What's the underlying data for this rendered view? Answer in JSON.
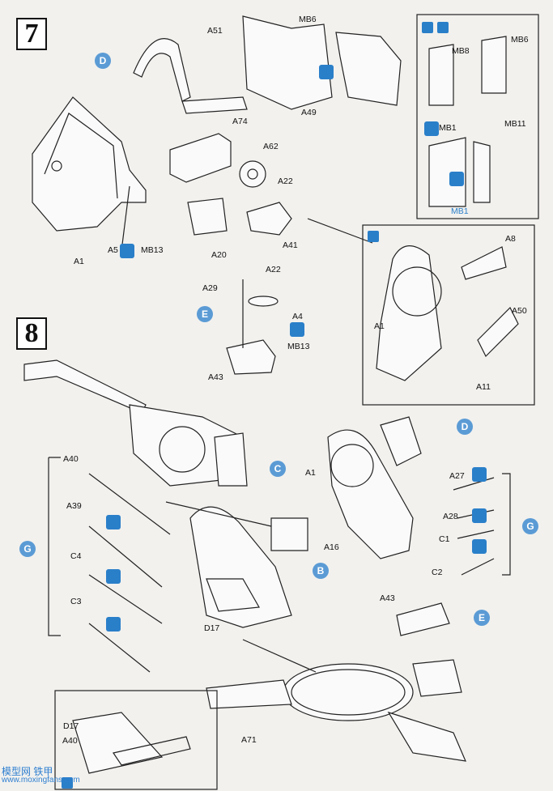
{
  "steps": {
    "s7": "7",
    "s8": "8"
  },
  "callouts": {
    "d": "D",
    "e": "E",
    "c": "C",
    "b": "B",
    "g": "G"
  },
  "labels": {
    "a51": "A51",
    "mb6a": "MB6",
    "mb6b": "MB6",
    "mb8": "MB8",
    "mb1a": "MB1",
    "mb11": "MB11",
    "mb1b": "MB1",
    "a49": "A49",
    "a74": "A74",
    "a62": "A62",
    "a22a": "A22",
    "a1a": "A1",
    "a5mb13": "A5",
    "mb13a": "MB13",
    "a20": "A20",
    "a41": "A41",
    "a8": "A8",
    "a50": "A50",
    "a1b": "A1",
    "a11": "A11",
    "a22b": "A22",
    "a29": "A29",
    "a4": "A4",
    "mb13b": "MB13",
    "a43a": "A43",
    "a40a": "A40",
    "a39": "A39",
    "c4": "C4",
    "c3": "C3",
    "a1c": "A1",
    "a16": "A16",
    "d17a": "D17",
    "a27": "A27",
    "a28": "A28",
    "c1": "C1",
    "c2": "C2",
    "a43b": "A43",
    "a71": "A71",
    "d17b": "D17",
    "a40b": "A40"
  },
  "watermark": {
    "text": "模型网 铁甲",
    "url": "www.moxingfans.com"
  }
}
